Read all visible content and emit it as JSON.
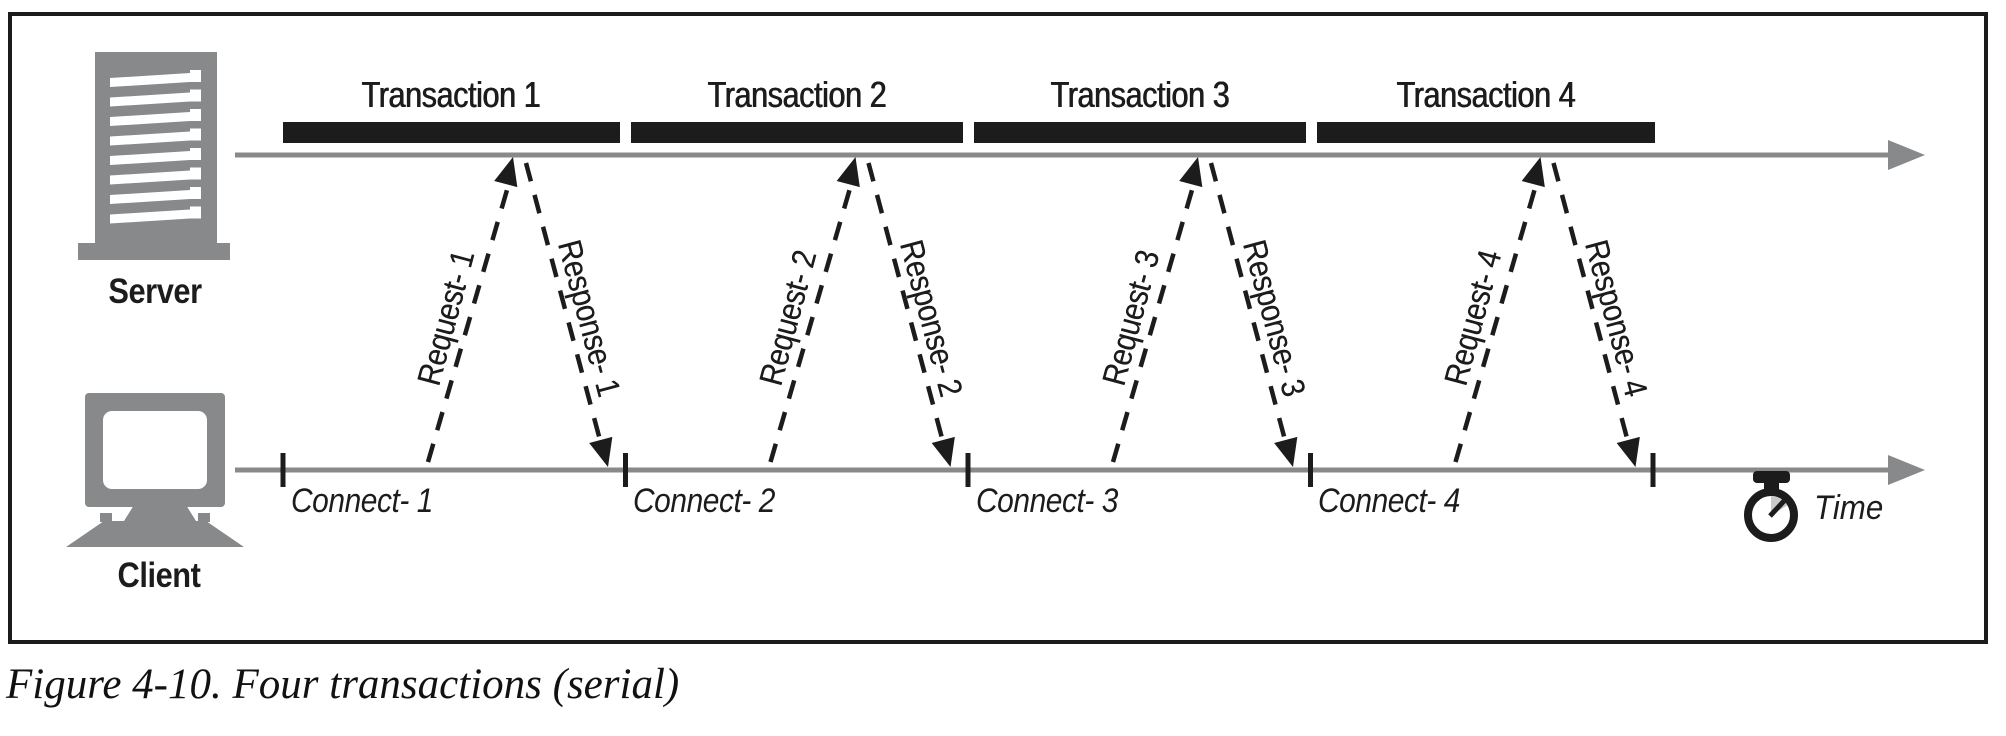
{
  "diagram": {
    "server": {
      "label": "Server",
      "icon": "server-tower-icon"
    },
    "client": {
      "label": "Client",
      "icon": "desktop-computer-icon"
    },
    "time": {
      "label": "Time",
      "icon": "stopwatch-icon"
    },
    "transactions": [
      {
        "label": "Transaction 1",
        "request": "Request- 1",
        "response": "Response- 1",
        "connect": "Connect- 1"
      },
      {
        "label": "Transaction 2",
        "request": "Request- 2",
        "response": "Response- 2",
        "connect": "Connect- 2"
      },
      {
        "label": "Transaction 3",
        "request": "Request- 3",
        "response": "Response- 3",
        "connect": "Connect- 3"
      },
      {
        "label": "Transaction 4",
        "request": "Request- 4",
        "response": "Response- 4",
        "connect": "Connect- 4"
      }
    ],
    "colors": {
      "gray": "#87898b",
      "black": "#1c1c1c",
      "wedge": "#c9c9c9"
    }
  },
  "caption": "Figure 4-10. Four transactions (serial)"
}
